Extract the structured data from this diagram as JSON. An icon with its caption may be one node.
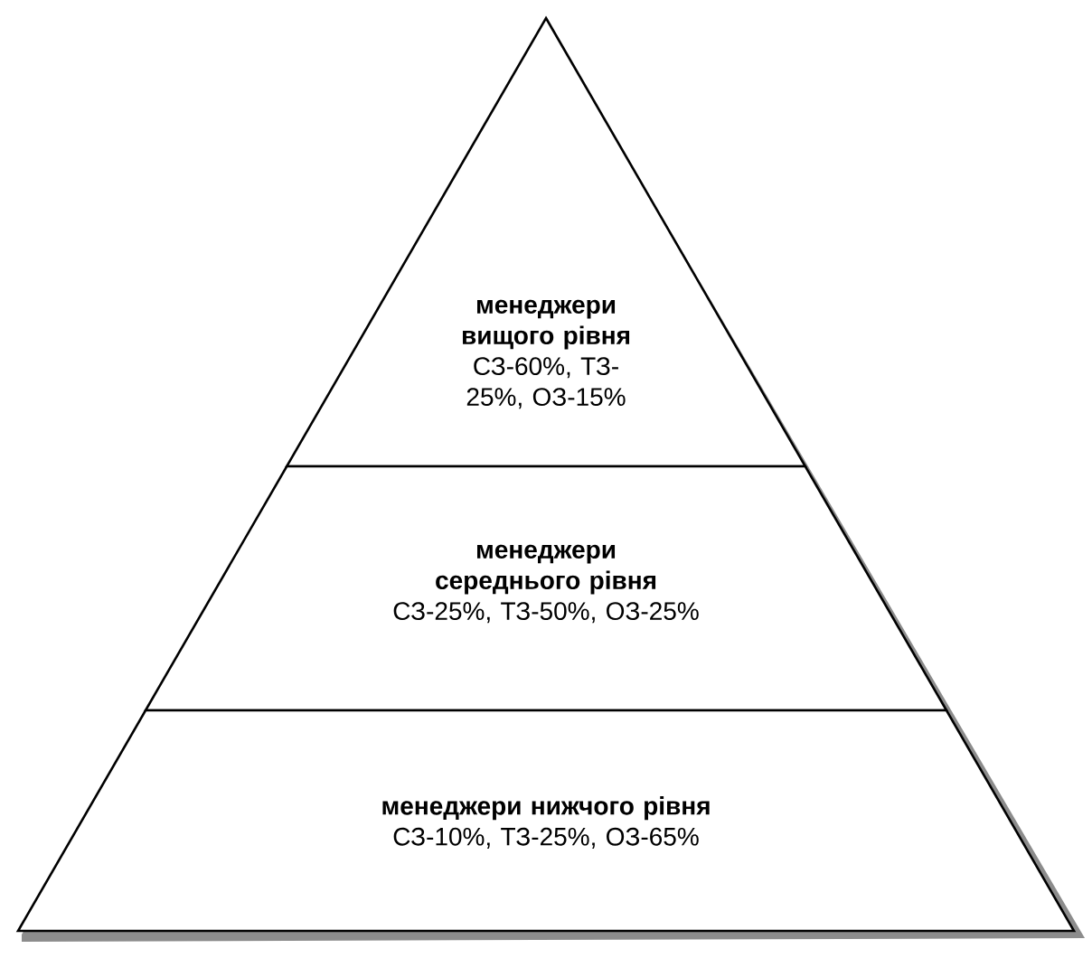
{
  "diagram": {
    "nodes": [
      {
        "text": [
          "менеджери вищого рівня",
          "СЗ-60%, ТЗ-25%, ОЗ-15%"
        ]
      },
      {
        "text": [
          "менеджери середнього рівня",
          "СЗ-25%, ТЗ-50%, ОЗ-25%"
        ]
      },
      {
        "text": [
          "менеджери нижчого рівня",
          "СЗ-10%, ТЗ-25%, ОЗ-65%"
        ]
      }
    ]
  }
}
